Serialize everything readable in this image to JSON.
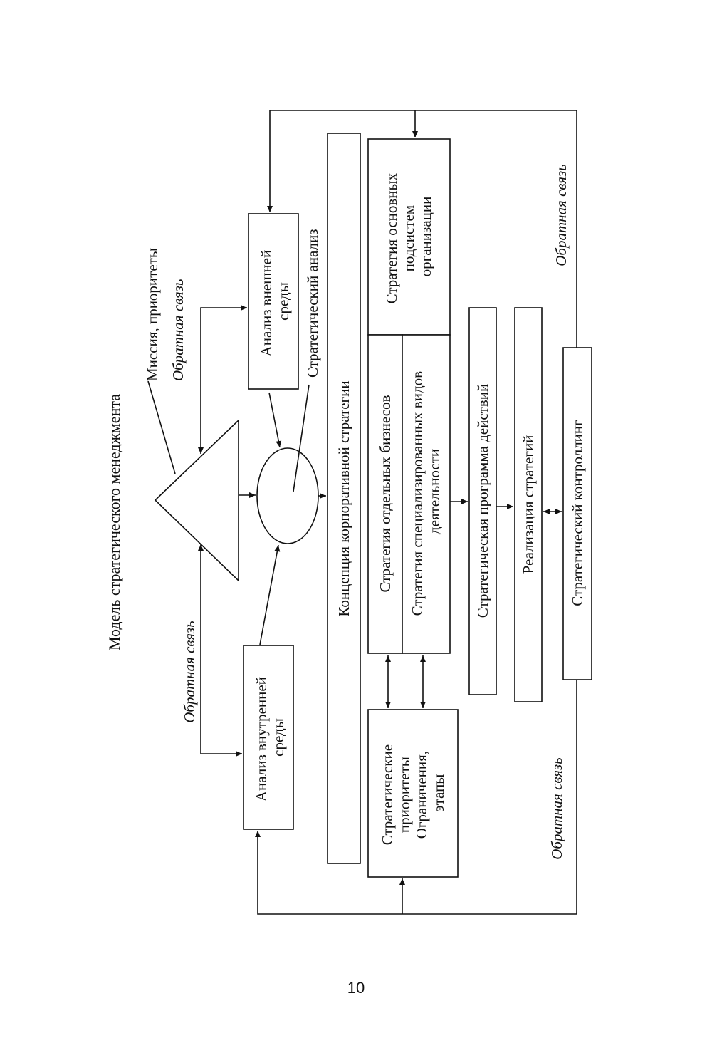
{
  "title": "Модель стратегического менеджмента",
  "mission_label": "Миссия, приоритеты",
  "feedback_label": "Обратная связь",
  "analysis_label": "Стратегический анализ",
  "boxes": {
    "external": [
      "Анализ внешней",
      "среды"
    ],
    "internal": [
      "Анализ внутренней",
      "среды"
    ],
    "corporate": [
      "Концепция корпоративной стратегии"
    ],
    "subsystems": [
      "Стратегия основных",
      "подсистем",
      "организации"
    ],
    "business": [
      "Стратегия отдельных бизнесов"
    ],
    "specialized": [
      "Стратегия специализированных видов",
      "деятельности"
    ],
    "priorities": [
      "Стратегические",
      "приоритеты",
      "Ограничения,",
      "этапы"
    ],
    "program": [
      "Стратегическая программа действий"
    ],
    "implementation": [
      "Реализация стратегий"
    ],
    "controlling": [
      "Стратегический контроллинг"
    ]
  },
  "page_number": "10"
}
